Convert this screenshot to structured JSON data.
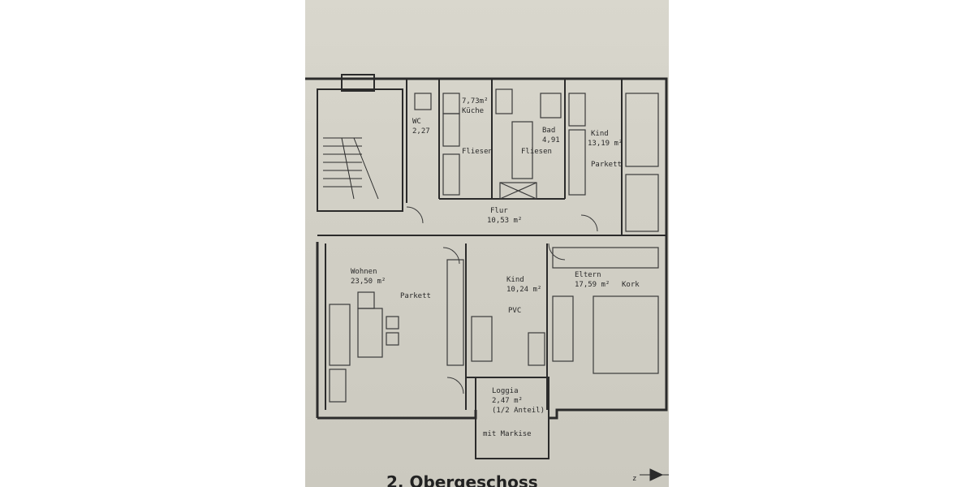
{
  "floor_title": "2. Obergeschoss",
  "rooms": {
    "wc": {
      "name": "WC",
      "area": "2,27"
    },
    "kueche": {
      "name": "Küche",
      "area": "7,73m²",
      "floor": "Fliesen"
    },
    "bad": {
      "name": "Bad",
      "area": "4,91",
      "floor": "Fliesen"
    },
    "kind_top": {
      "name": "Kind",
      "area": "13,19 m²",
      "floor": "Parkett"
    },
    "flur": {
      "name": "Flur",
      "area": "10,53 m²"
    },
    "wohnen": {
      "name": "Wohnen",
      "area": "23,50 m²",
      "floor": "Parkett"
    },
    "kind_mid": {
      "name": "Kind",
      "area": "10,24 m²",
      "floor": "PVC"
    },
    "eltern": {
      "name": "Eltern",
      "area": "17,59 m²",
      "floor": "Kork"
    },
    "loggia": {
      "name": "Loggia",
      "area": "2,47 m²",
      "note": "(1/2 Anteil)",
      "extra": "mit Markise"
    }
  },
  "compass_label": "z"
}
